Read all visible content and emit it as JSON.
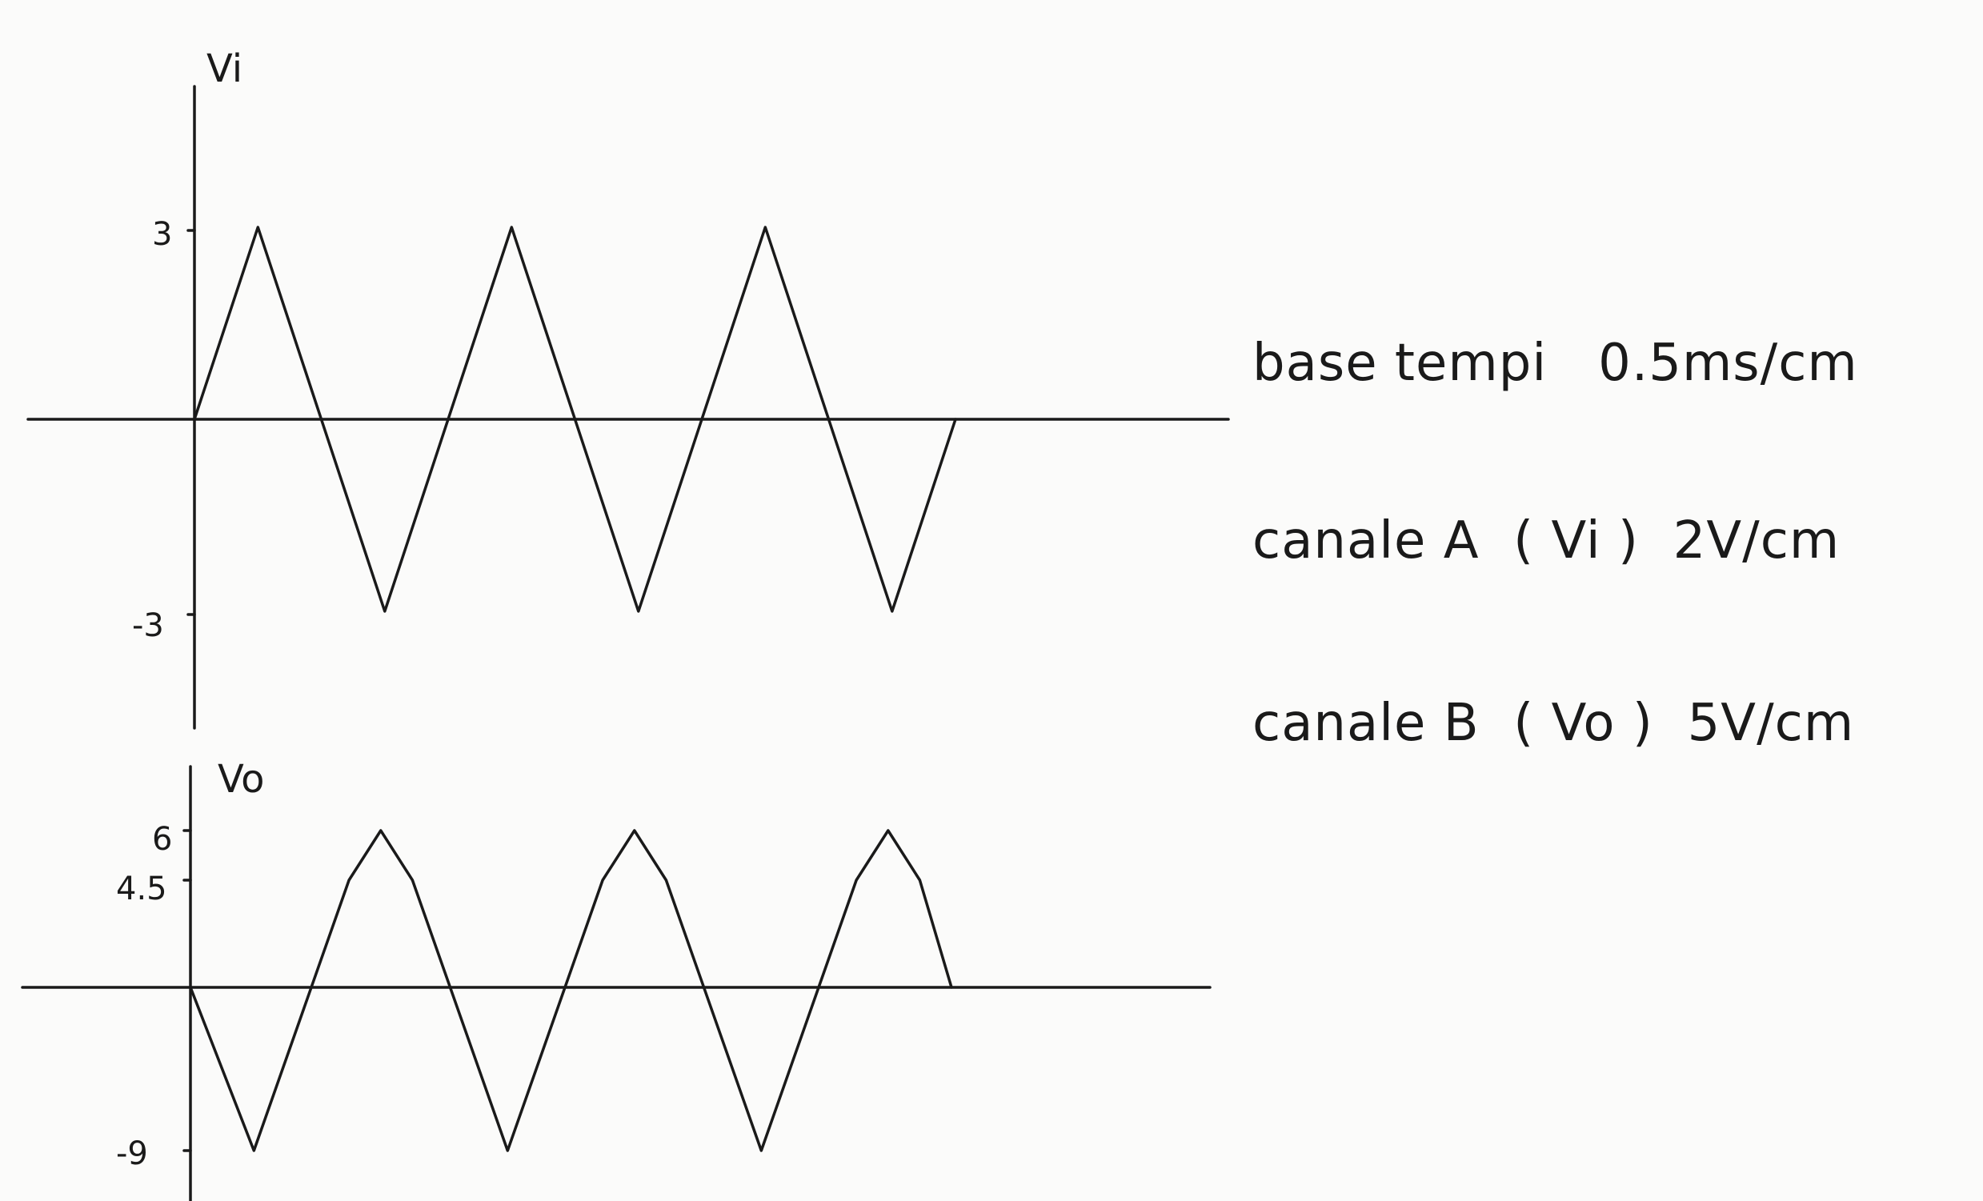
{
  "settings": {
    "timebase": "base tempi   0.5ms/cm",
    "channel_a": "canale A  ( Vi )  2V/cm",
    "channel_b": "canale B  ( Vo )  5V/cm"
  },
  "input_graph": {
    "axis_label": "Vi",
    "tick_labels": [
      "3",
      "-3"
    ]
  },
  "output_graph": {
    "axis_label": "Vo",
    "tick_labels": [
      "6",
      "4.5",
      "-9"
    ]
  },
  "chart_data": [
    {
      "type": "line",
      "ylabel": "Vi",
      "yticks": [
        3,
        -3
      ],
      "x": [
        0,
        0.5,
        1,
        1.5,
        2,
        2.5,
        3,
        3.5,
        4,
        4.5,
        5,
        5.5,
        6
      ],
      "series": [
        {
          "values": [
            0,
            3,
            0,
            -3,
            0,
            3,
            0,
            -3,
            0,
            3,
            0,
            -3,
            0
          ]
        }
      ]
    },
    {
      "type": "line",
      "ylabel": "Vo",
      "yticks": [
        6,
        4.5,
        -9
      ],
      "x": [
        0,
        0.5,
        1.25,
        1.5,
        1.75,
        2.5,
        3.25,
        3.5,
        3.75,
        4.5,
        5.25,
        5.5,
        5.75,
        6
      ],
      "series": [
        {
          "values": [
            0,
            -9,
            4.5,
            6,
            4.5,
            -9,
            4.5,
            6,
            4.5,
            -9,
            4.5,
            6,
            4.5,
            0
          ]
        }
      ]
    }
  ]
}
